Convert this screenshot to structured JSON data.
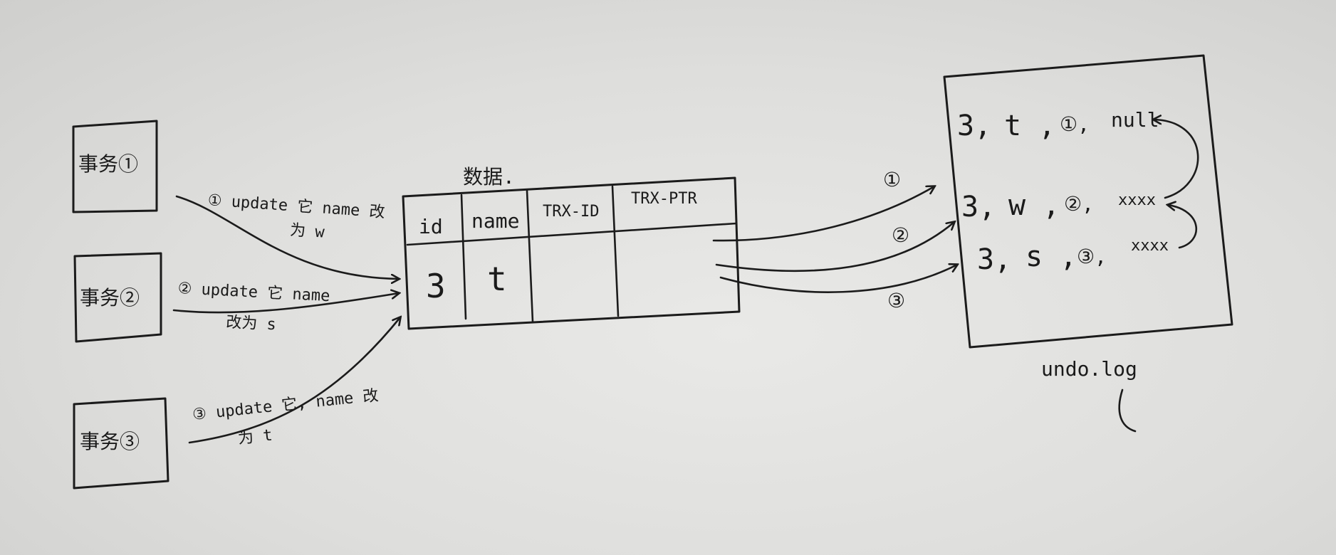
{
  "transactions": [
    {
      "label": "事务①",
      "note_line1": "① update 它 name 改",
      "note_line2": "为 w"
    },
    {
      "label": "事务②",
      "note_line1": "② update 它 name",
      "note_line2": "改为 s"
    },
    {
      "label": "事务③",
      "note_line1": "③ update 它, name 改",
      "note_line2": "为 t"
    }
  ],
  "data_table": {
    "title": "数据.",
    "headers": [
      "id",
      "name",
      "TRX-ID",
      "TRX-PTR"
    ],
    "row": [
      "3",
      "t",
      "",
      ""
    ]
  },
  "ptr_arrows": [
    "①",
    "②",
    "③"
  ],
  "undo_log": {
    "title": "undo.log",
    "entries": [
      {
        "id": "3,",
        "name": "t ,",
        "trx": "①,",
        "ptr": "null"
      },
      {
        "id": "3,",
        "name": "w ,",
        "trx": "②,",
        "ptr": "xxxx"
      },
      {
        "id": "3,",
        "name": "s ,",
        "trx": "③,",
        "ptr": "xxxx"
      }
    ]
  }
}
